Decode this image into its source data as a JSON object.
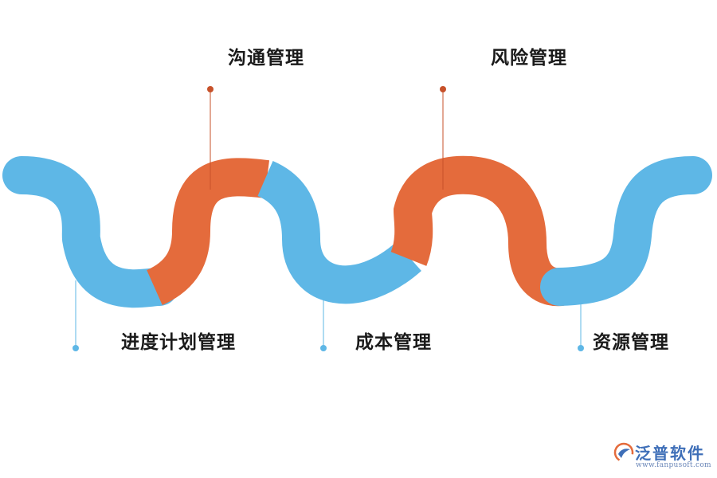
{
  "diagram": {
    "stages": [
      {
        "label": "进度计划管理",
        "color": "#5eb7e6"
      },
      {
        "label": "沟通管理",
        "color": "#e46b3c"
      },
      {
        "label": "成本管理",
        "color": "#5eb7e6"
      },
      {
        "label": "风险管理",
        "color": "#e46b3c"
      },
      {
        "label": "资源管理",
        "color": "#5eb7e6"
      }
    ]
  },
  "brand": {
    "name": "泛普软件",
    "url": "www.fanpusoft.com",
    "logo_icon": "fanpu-logo-icon"
  }
}
